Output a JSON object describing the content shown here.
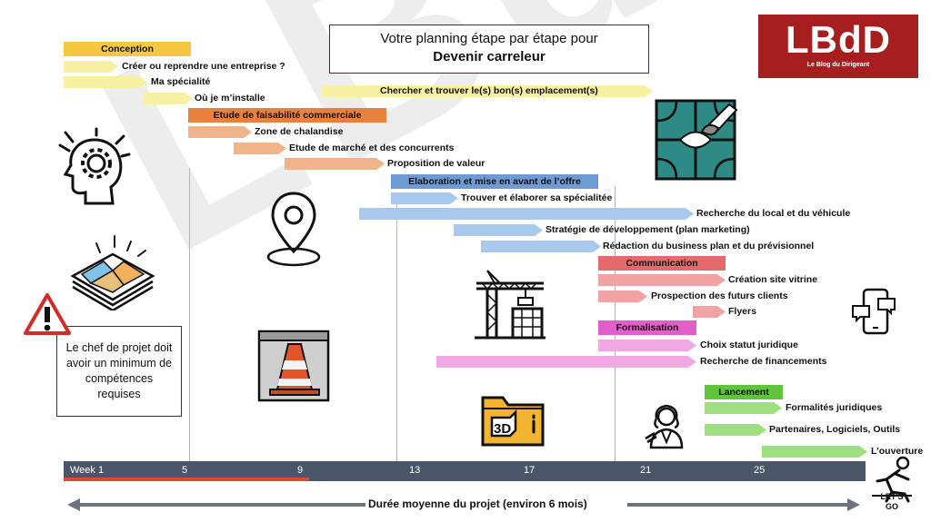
{
  "title": {
    "line1": "Votre planning étape par étape pour",
    "line2": "Devenir carreleur"
  },
  "logo": {
    "text": "LBdD",
    "subtitle": "Le Blog du Dirigeant"
  },
  "watermark": "LBdD",
  "warning_note": "Le chef de projet doit avoir un minimum de compétences requises",
  "tasks": {
    "conception": "Conception",
    "creer": "Créer ou reprendre une entreprise ?",
    "specialite": "Ma spécialité",
    "installe": "Où je m’installe",
    "chercher": "Chercher et trouver le(s) bon(s) emplacement(s)",
    "faisabilite": "Etude de faisabilité commerciale",
    "chalandise": "Zone de chalandise",
    "marche": "Etude de marché et des concurrents",
    "proposition": "Proposition de valeur",
    "elaboration": "Elaboration et mise en avant de l’offre",
    "trouver": "Trouver et élaborer sa spécialitée",
    "local": "Recherche du local et du véhicule",
    "strategie": "Stratégie de développement (plan marketing)",
    "redaction": "Rédaction du business plan et du prévisionnel",
    "communication": "Communication",
    "site": "Création site vitrine",
    "prospection": "Prospection des futurs clients",
    "flyers": "Flyers",
    "formalisation": "Formalisation",
    "statut": "Choix statut juridique",
    "financements": "Recherche de financements",
    "lancement": "Lancement",
    "formalites": "Formalités juridiques",
    "partenaires": "Partenaires, Logiciels, Outils",
    "ouverture": "L’ouverture"
  },
  "timeline": {
    "ticks": [
      "Week 1",
      "5",
      "9",
      "13",
      "17",
      "21",
      "25"
    ]
  },
  "duration": "Durée moyenne du projet (environ 6 mois)",
  "lets_go": "LET'S GO",
  "colors": {
    "conception": "#f5c842",
    "conception_light": "#f7f0a0",
    "faisabilite": "#e8803e",
    "faisabilite_light": "#f0b488",
    "elaboration": "#6f9bd4",
    "elaboration_light": "#a9c8ee",
    "communication": "#e36b6b",
    "communication_light": "#f0a3a3",
    "formalisation": "#e160c8",
    "formalisation_light": "#f0a9e2",
    "lancement": "#5ec43a",
    "lancement_light": "#9ee07e",
    "axis": "#4a5568",
    "progress": "#d94a3a",
    "logo_bg": "#a61e1e"
  },
  "icons": [
    "brain-gear-icon",
    "map-icon",
    "warning-icon",
    "location-pin-icon",
    "traffic-cone-icon",
    "tiles-icon",
    "crane-icon",
    "3d-folder-icon",
    "lawyer-icon",
    "phone-chat-icon",
    "lets-go-icon"
  ]
}
